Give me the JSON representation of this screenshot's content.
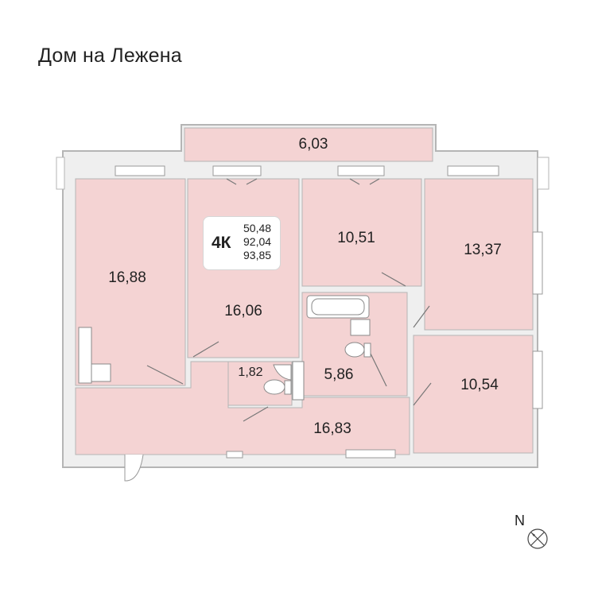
{
  "title": "Дом на Лежена",
  "apartment": {
    "rooms_label": "4К",
    "living_area": "50,48",
    "total_area": "92,04",
    "total_area_with_balcony": "93,85"
  },
  "rooms": {
    "balcony": "6,03",
    "room_left": "16,88",
    "room_center": "16,06",
    "room_center_right": "10,51",
    "room_right_top": "13,37",
    "room_right_bottom": "10,54",
    "wc": "1,82",
    "bathroom": "5,86",
    "hallway": "16,83"
  },
  "compass": {
    "north_label": "N"
  },
  "colors": {
    "room_fill": "#f4d3d3",
    "wall": "#b9b9b9",
    "outline": "#8a8a8a"
  }
}
